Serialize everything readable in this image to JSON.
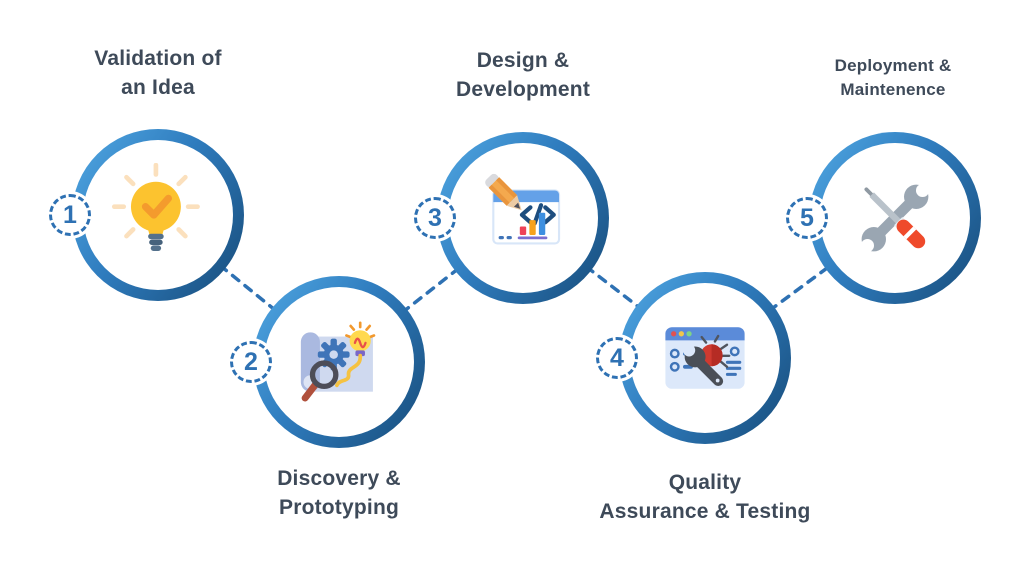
{
  "figure": {
    "type": "process-infographic",
    "background": "#ffffff",
    "steps": [
      {
        "number": "1",
        "label": [
          "Validation of",
          "an Idea"
        ],
        "label_position": "top",
        "icon": "idea-lightbulb"
      },
      {
        "number": "2",
        "label": [
          "Discovery &",
          "Prototyping"
        ],
        "label_position": "bottom",
        "icon": "blueprint-gear-magnifier"
      },
      {
        "number": "3",
        "label": [
          "Design &",
          "Development"
        ],
        "label_position": "top",
        "icon": "pencil-code-chart-window"
      },
      {
        "number": "4",
        "label": [
          "Quality",
          "Assurance & Testing"
        ],
        "label_position": "bottom",
        "icon": "bug-wrench-browser"
      },
      {
        "number": "5",
        "label": [
          "Deployment &",
          "Maintenence"
        ],
        "label_position": "top",
        "icon": "wrench-screwdriver"
      }
    ],
    "colors": {
      "ring_gradient_start": "#52a9e4",
      "ring_gradient_end": "#174b78",
      "connector_blue": "#2e71b3",
      "badge_blue": "#2e71b3",
      "label_text": "#3e4a59"
    }
  }
}
